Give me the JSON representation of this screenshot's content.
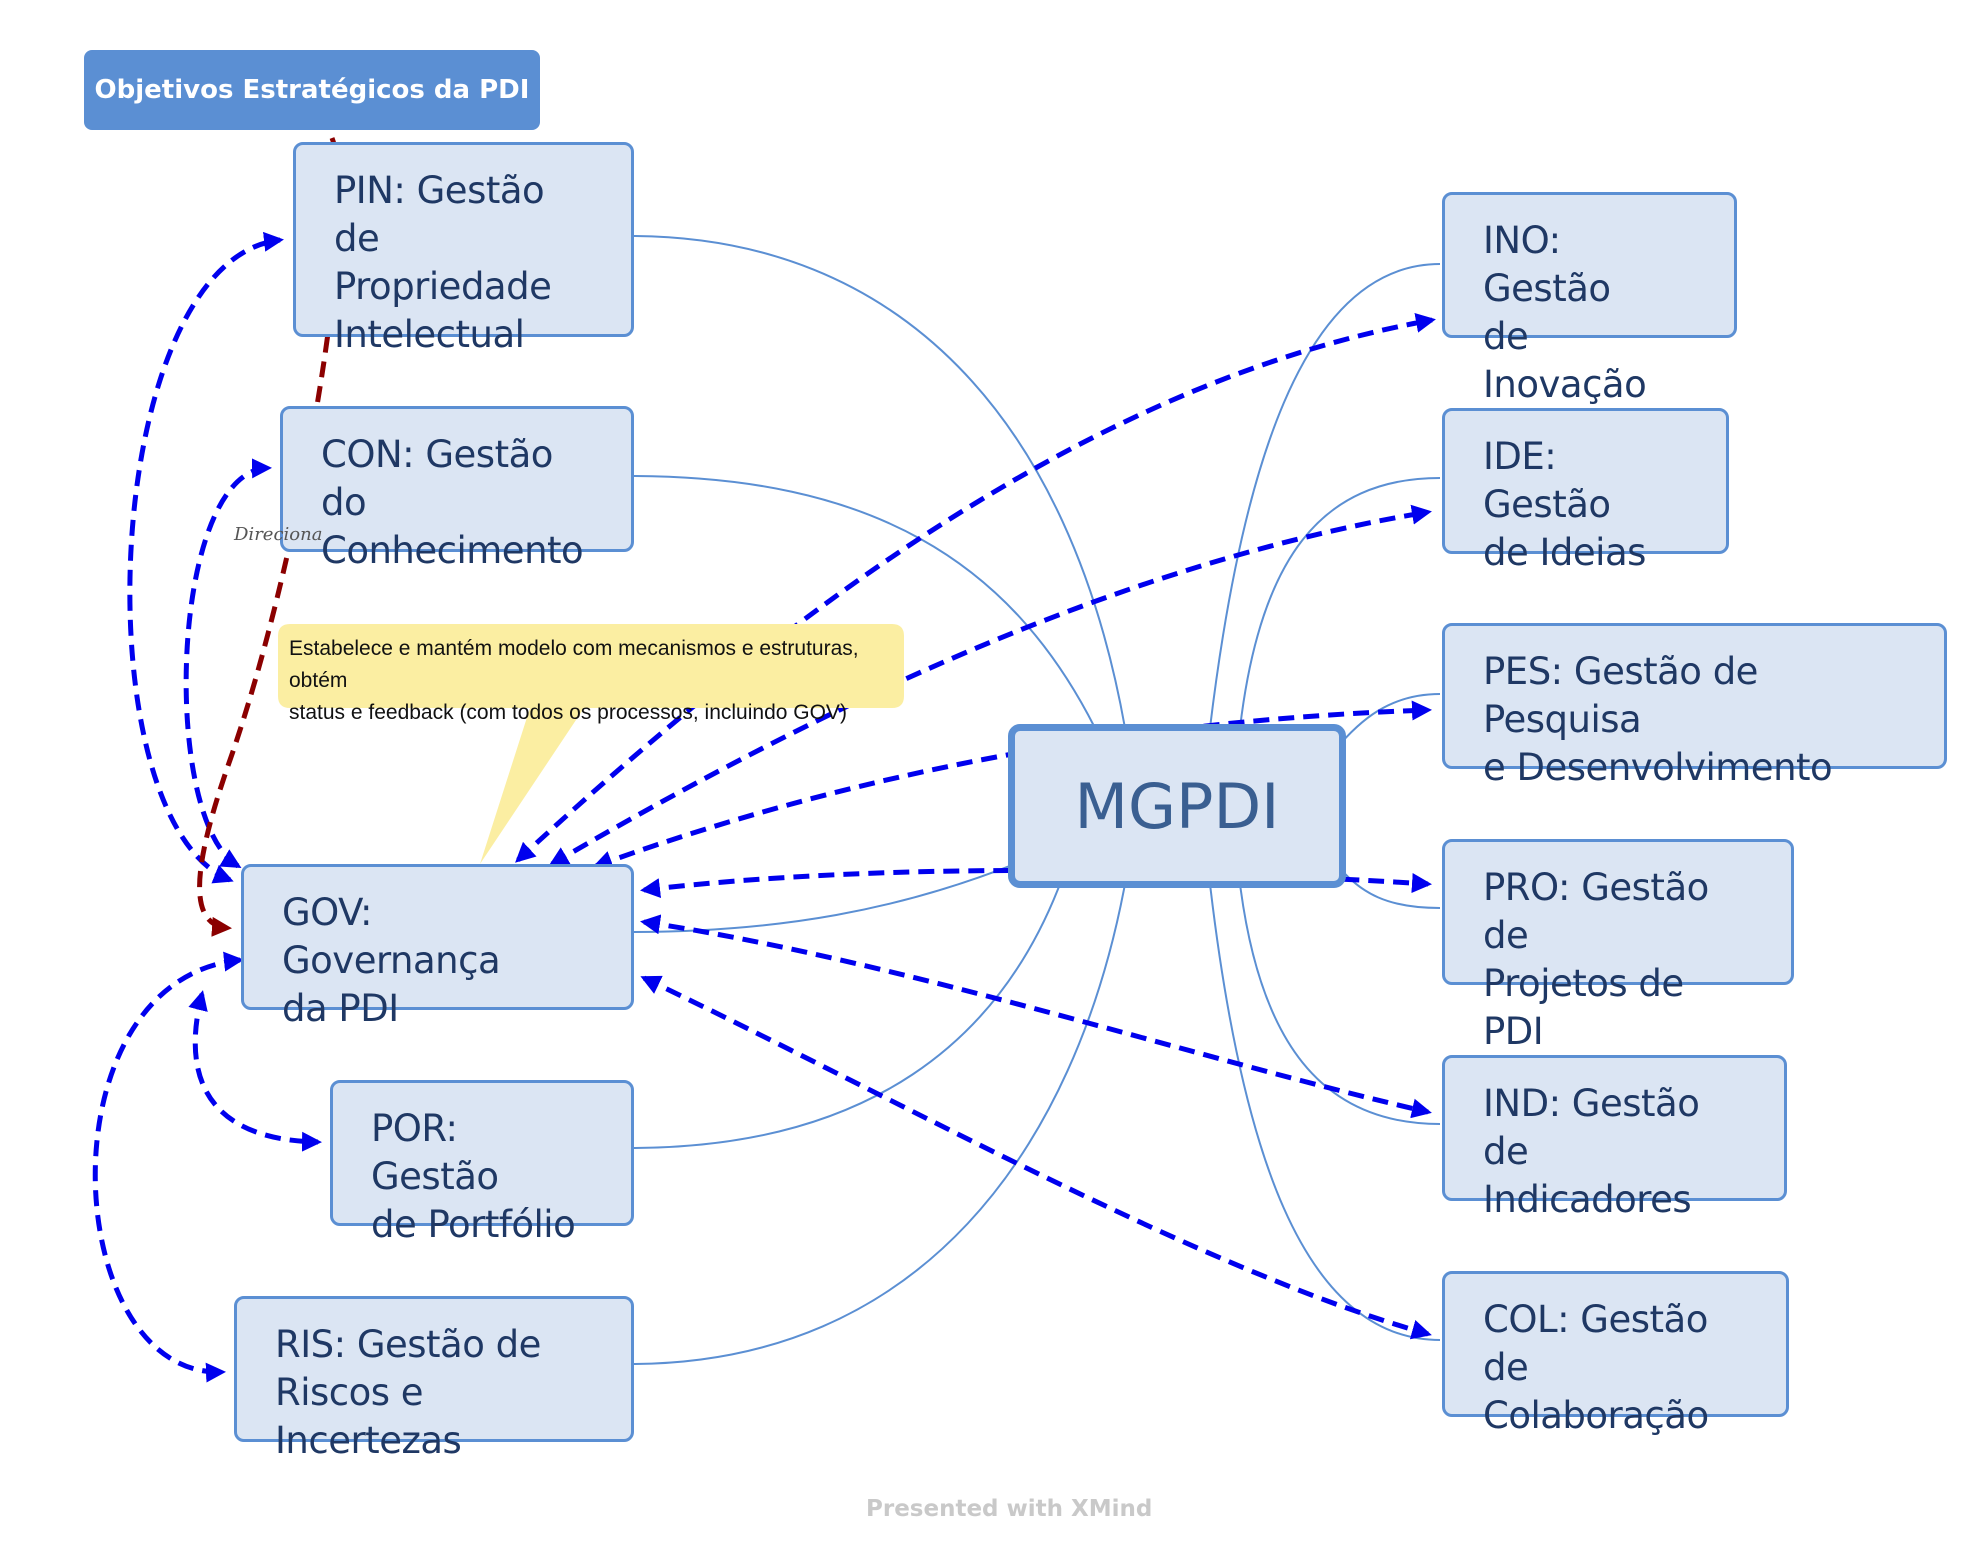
{
  "header_label": "Objetivos Estratégicos da PDI",
  "central_topic": "MGPDI",
  "topics": {
    "pin": "PIN: Gestão de\nPropriedade\nIntelectual",
    "con": "CON: Gestão do\nConhecimento",
    "gov": "GOV: Governança\nda PDI",
    "por": "POR: Gestão\nde Portfólio",
    "ris": "RIS: Gestão de\nRiscos e Incertezas",
    "ino": "INO: Gestão\nde Inovação",
    "ide": "IDE: Gestão\nde Ideias",
    "pes": "PES: Gestão de Pesquisa\ne Desenvolvimento",
    "pro": "PRO: Gestão de\nProjetos de PDI",
    "ind": "IND: Gestão de\nIndicadores",
    "col": "COL: Gestão\nde Colaboração"
  },
  "callout": "Estabelece e mantém modelo com mecanismos e estruturas, obtém\nstatus e feedback (com todos os processos, incluindo GOV)",
  "relationship_label": "Direciona",
  "footer": "Presented with XMind",
  "colors": {
    "topic_fill": "#dbe5f3",
    "topic_border": "#5b8fd3",
    "topic_text": "#1f3864",
    "branch_line": "#5b8fd3",
    "relationship_blue": "#0000ee",
    "relationship_red": "#8b0000",
    "callout_fill": "#fbeea2",
    "header_fill": "#5b8fd3"
  }
}
